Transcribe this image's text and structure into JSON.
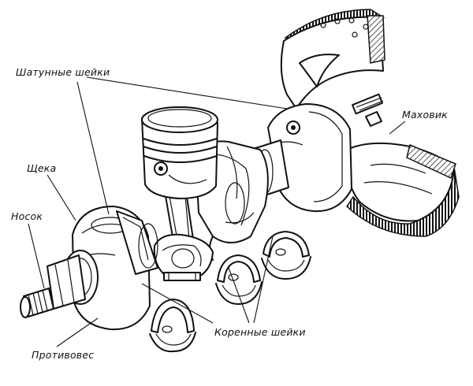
{
  "labels": {
    "connecting_rod_journals": "Шатунные шейки",
    "cheek": "Щека",
    "nose": "Носок",
    "counterweight": "Противовес",
    "main_journals": "Коренные шейки",
    "flywheel": "Маховик"
  }
}
